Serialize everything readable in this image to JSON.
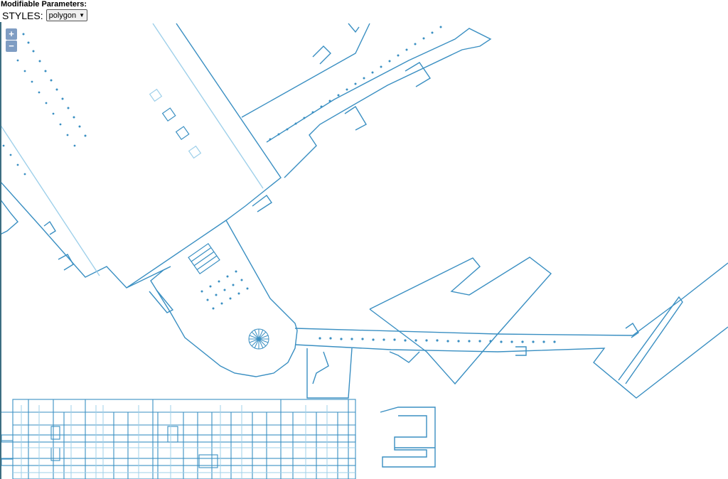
{
  "header": {
    "title": "Modifiable Parameters:",
    "styles_label": "STYLES:",
    "styles_selected": "polygon"
  },
  "zoom": {
    "in_label": "+",
    "out_label": "−"
  },
  "map": {
    "stroke_color": "#3a8fc2",
    "light_color": "#9fd0ea",
    "background": "#ffffff"
  }
}
